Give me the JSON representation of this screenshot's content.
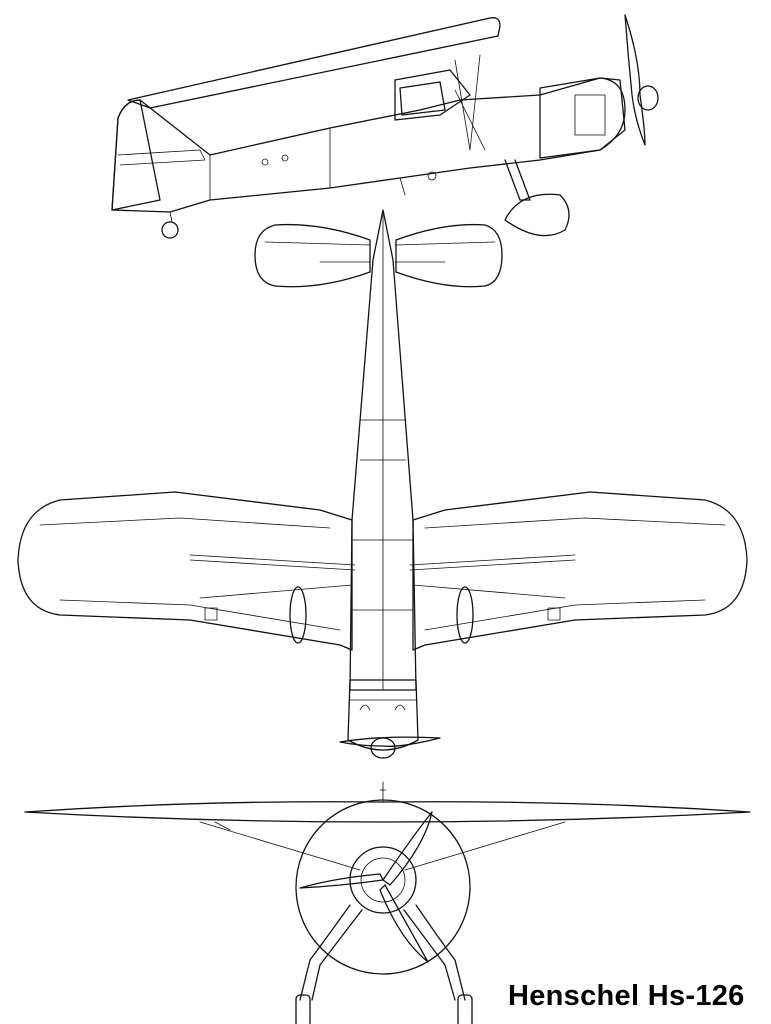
{
  "caption": "Henschel Hs-126",
  "views": [
    "side-view",
    "top-view",
    "front-view"
  ],
  "colors": {
    "line": "#111111",
    "background": "#ffffff"
  }
}
